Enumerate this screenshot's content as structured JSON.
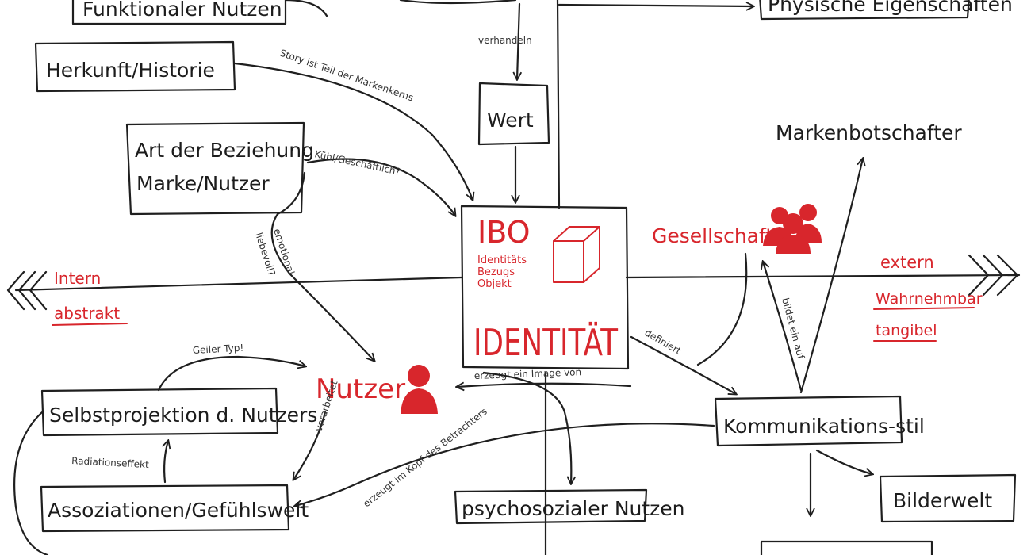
{
  "colors": {
    "ink": "#1c1c1c",
    "accent": "#d8262c",
    "background": "#ffffff"
  },
  "axis": {
    "left_labels": [
      "Intern",
      "abstrakt"
    ],
    "right_labels": [
      "extern",
      "Wahrnehmbar",
      "tangibel"
    ]
  },
  "center": {
    "acronym": "IBO",
    "acronym_lines": [
      "Identitäts",
      "Bezugs",
      "Objekt"
    ],
    "title": "IDENTITÄT",
    "icon": "cube-icon"
  },
  "nodes": {
    "funktionaler_nutzen": "Funktionaler Nutzen",
    "herkunft": "Herkunft/Historie",
    "beziehung_line1": "Art der Beziehung",
    "beziehung_line2": "Marke/Nutzer",
    "wert": "Wert",
    "physische": "Physische Eigenschaften",
    "markenbotschafter": "Markenbotschafter",
    "gesellschaft": "Gesellschaft",
    "nutzer": "Nutzer",
    "selbstprojektion": "Selbstprojektion d. Nutzers",
    "assoziationen": "Assoziationen/Gefühlswelt",
    "psychosozialer": "psychosozialer Nutzen",
    "kommunikation": "Kommunikations-stil",
    "bilderwelt": "Bilderwelt"
  },
  "edge_labels": {
    "verhandeln": "verhandeln",
    "story": "Story ist Teil der Markenkerns",
    "kuehl": "Kühl/Geschäftlich?",
    "emotional": "emotional",
    "liebevoll": "liebevoll?",
    "geiler_typ": "Geiler Typ!",
    "radiation": "Radiationseffekt",
    "verarbeitet": "verarbeitet",
    "erzeugt_kopf": "erzeugt im Kopf des Betrachters",
    "erzeugt_image": "erzeugt ein Image von",
    "definiert": "definiert",
    "bildet": "bildet ein auf"
  }
}
